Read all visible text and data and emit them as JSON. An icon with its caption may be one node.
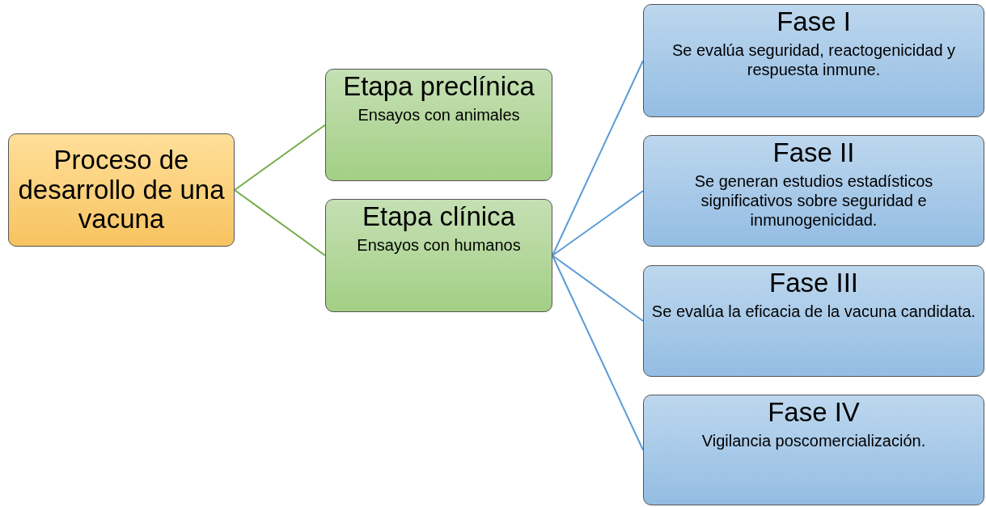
{
  "diagram": {
    "nodes": [
      {
        "text": [
          "Proceso de desarrollo de una vacuna"
        ]
      },
      {
        "text": [
          "Etapa preclínica",
          "Ensayos con animales"
        ]
      },
      {
        "text": [
          "Etapa clínica",
          "Ensayos con humanos"
        ]
      },
      {
        "text": [
          "Fase I",
          "Se evalúa seguridad, reactogenicidad y respuesta inmune."
        ]
      },
      {
        "text": [
          "Fase II",
          "Se generan estudios estadísticos significativos sobre seguridad e inmunogenicidad."
        ]
      },
      {
        "text": [
          "Fase III",
          "Se evalúa la eficacia de la vacuna candidata."
        ]
      },
      {
        "text": [
          "Fase IV",
          "Vigilancia poscomercialización."
        ]
      }
    ],
    "edges": [
      {
        "from": 0,
        "to": 1,
        "arrow": "none",
        "color": "#70ad47"
      },
      {
        "from": 0,
        "to": 2,
        "arrow": "none",
        "color": "#70ad47"
      },
      {
        "from": 2,
        "to": 3,
        "arrow": "none"
      },
      {
        "from": 2,
        "to": 4,
        "arrow": "none"
      },
      {
        "from": 2,
        "to": 5,
        "arrow": "none"
      },
      {
        "from": 2,
        "to": 6,
        "arrow": "none"
      }
    ]
  }
}
